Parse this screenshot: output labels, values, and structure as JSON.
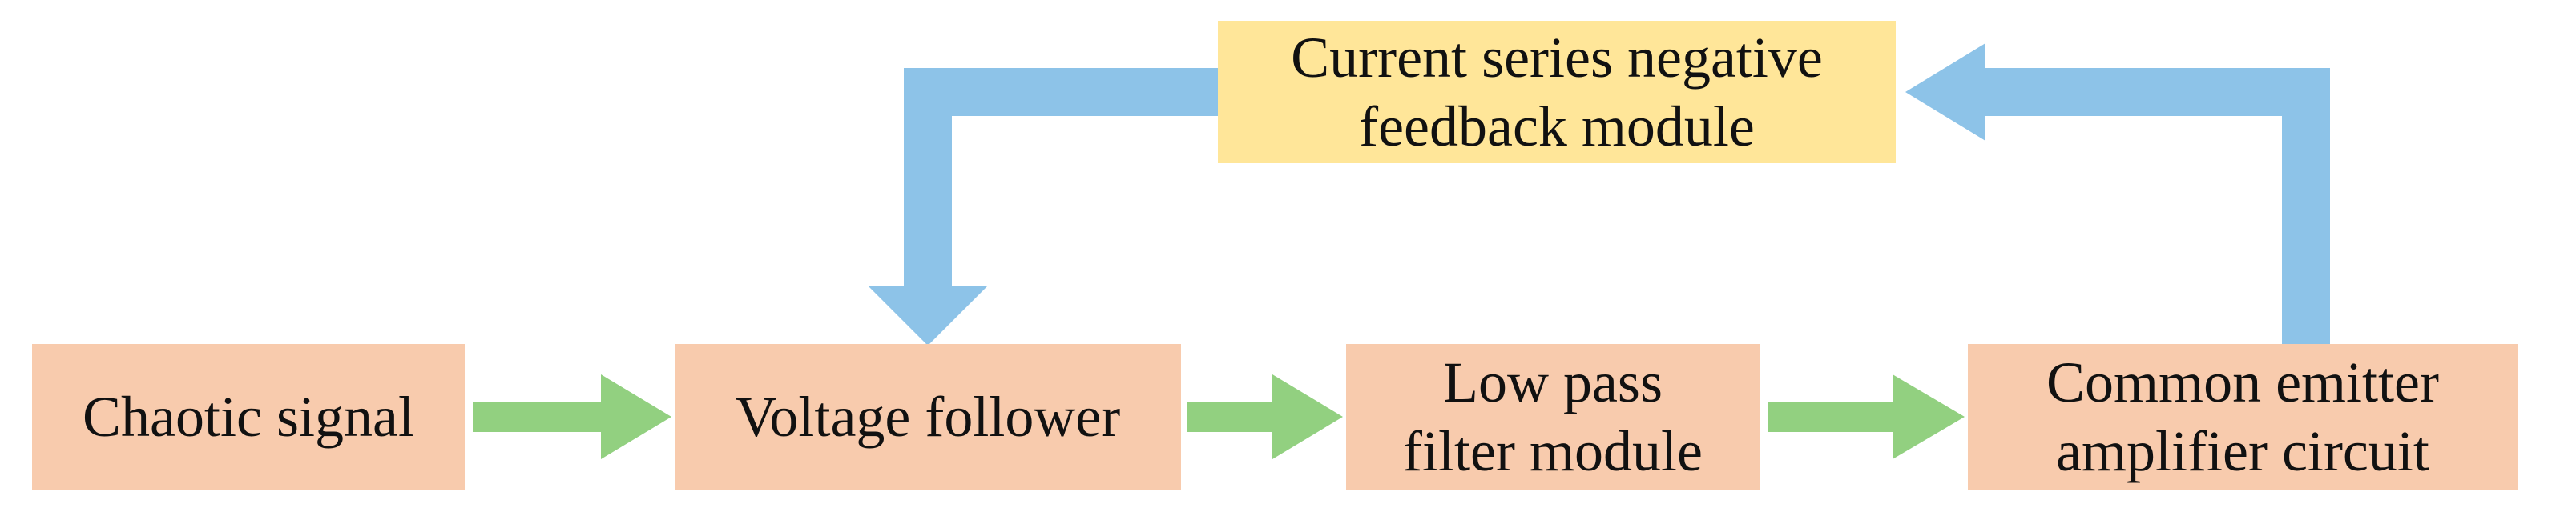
{
  "colors": {
    "block_fill": "#F8CBAD",
    "feedback_fill": "#FFE699",
    "forward_arrow": "#92D080",
    "feedback_arrow": "#8DC3E8"
  },
  "blocks": {
    "chaotic_signal": {
      "label": "Chaotic signal"
    },
    "voltage_follower": {
      "label": "Voltage follower"
    },
    "low_pass_filter": {
      "label": "Low pass\nfilter module"
    },
    "common_emitter": {
      "label": "Common emitter\namplifier circuit"
    },
    "feedback_module": {
      "label": "Current series negative\nfeedback module"
    }
  },
  "connections": [
    {
      "from": "chaotic_signal",
      "to": "voltage_follower",
      "kind": "forward"
    },
    {
      "from": "voltage_follower",
      "to": "low_pass_filter",
      "kind": "forward"
    },
    {
      "from": "low_pass_filter",
      "to": "common_emitter",
      "kind": "forward"
    },
    {
      "from": "common_emitter",
      "to": "feedback_module",
      "kind": "feedback"
    },
    {
      "from": "feedback_module",
      "to": "voltage_follower",
      "kind": "feedback"
    }
  ]
}
